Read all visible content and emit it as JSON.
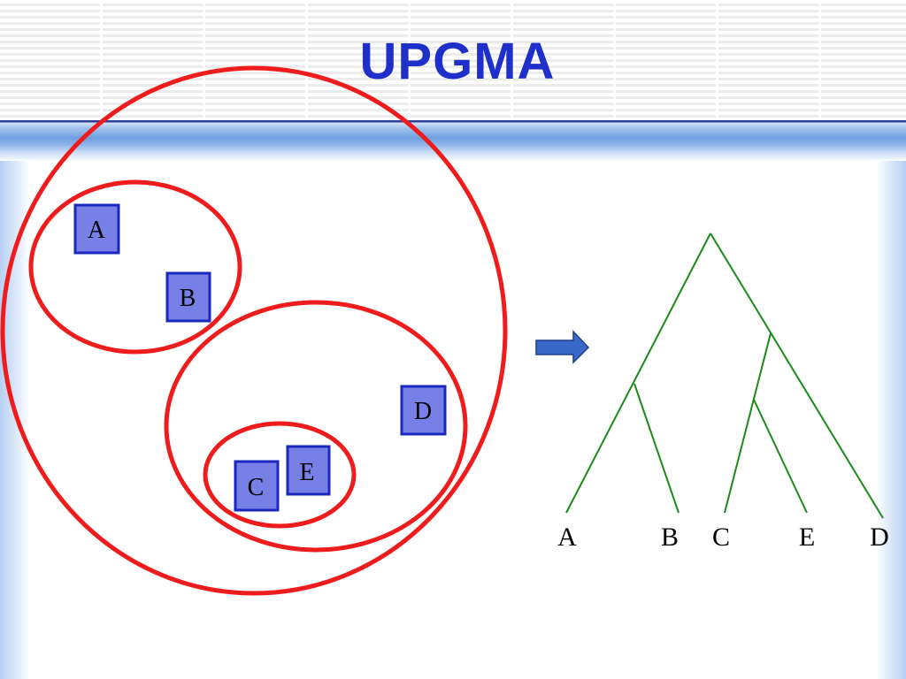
{
  "title": "UPGMA",
  "nodes": [
    "A",
    "B",
    "C",
    "D",
    "E"
  ],
  "tree_leaves": [
    "A",
    "B",
    "C",
    "E",
    "D"
  ],
  "colors": {
    "title": "#1f2fc9",
    "cluster": "#ee1c1c",
    "node_fill": "#7680e6",
    "node_border": "#1a28c0",
    "tree": "#1a8a1a",
    "arrow": "#3a68c8"
  }
}
